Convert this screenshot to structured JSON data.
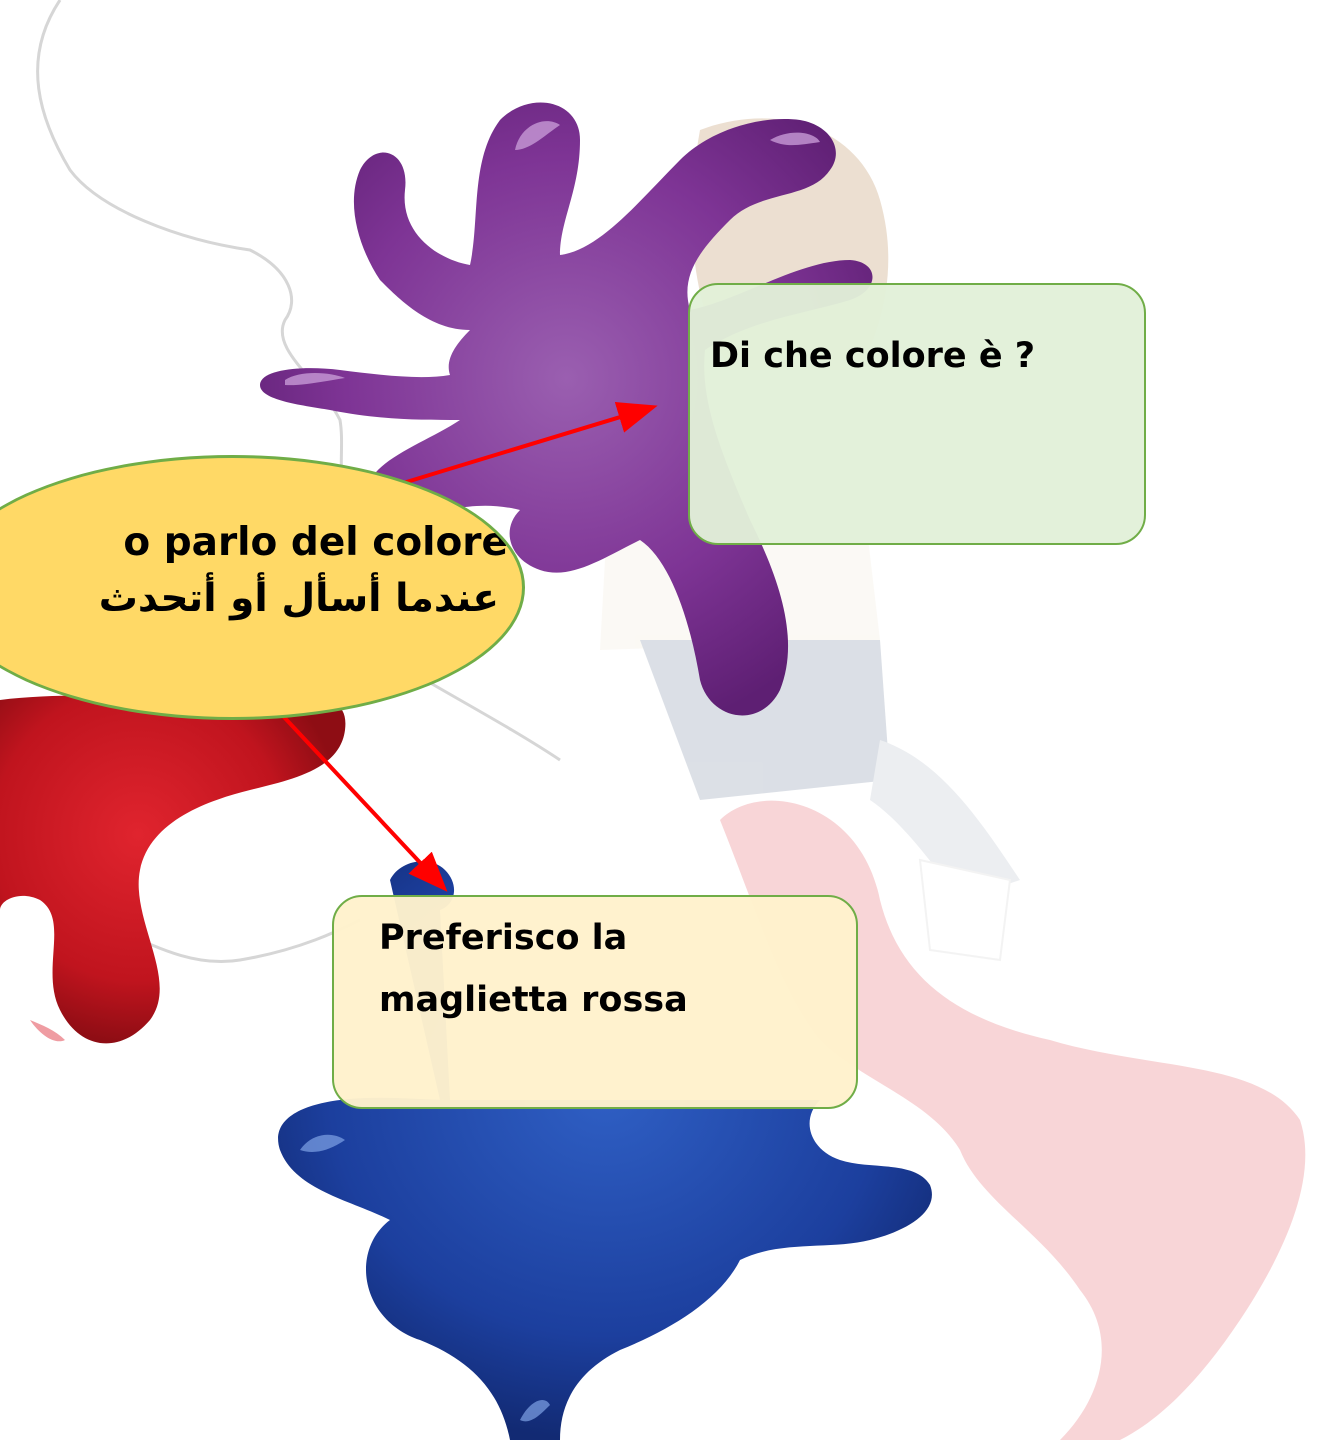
{
  "bubble": {
    "line1": "o parlo del colore",
    "line2": "عندما أسأل أو أتحدث"
  },
  "question_box": {
    "text": "Di che colore è ?"
  },
  "answer_box": {
    "text": "Preferisco la maglietta rossa"
  },
  "colors": {
    "purple_splash": "#7b2d8e",
    "red_splash": "#c0141e",
    "blue_splash": "#1c3f9e",
    "bubble_fill": "#ffd966",
    "box_border": "#70ad47",
    "question_box_fill": "#e2f0d9",
    "answer_box_fill": "#fff2cc",
    "arrow": "#ff0000"
  }
}
